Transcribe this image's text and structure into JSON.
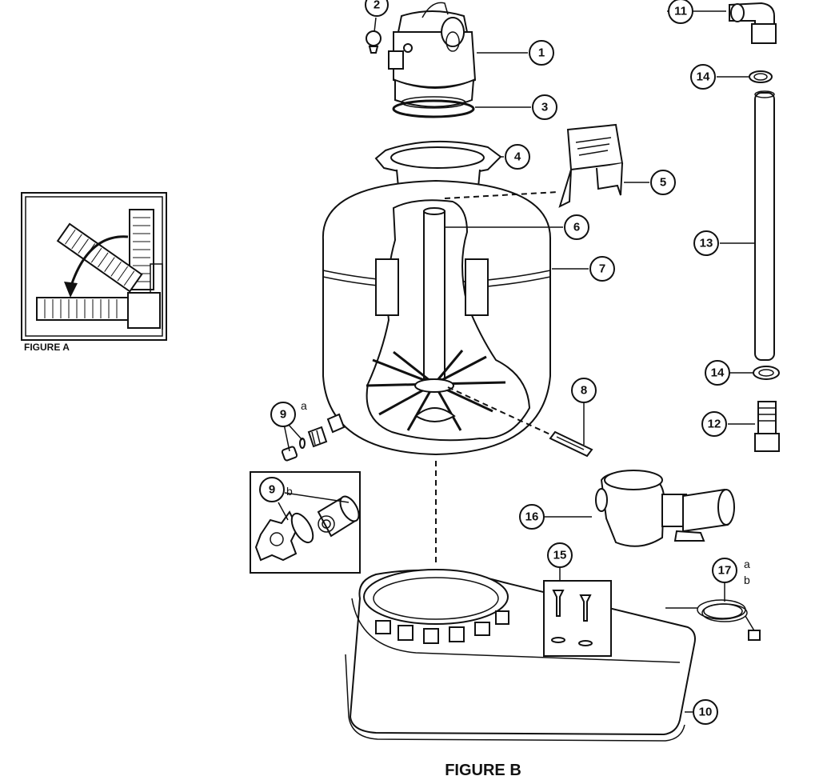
{
  "figure_a": {
    "label": "FIGURE A"
  },
  "figure_b": {
    "label": "FIGURE B"
  },
  "callouts": {
    "c1": "1",
    "c2": "2",
    "c3": "3",
    "c4": "4",
    "c5": "5",
    "c6": "6",
    "c7": "7",
    "c8": "8",
    "c9a": "9",
    "c9b": "9",
    "c10": "10",
    "c11": "11",
    "c12": "12",
    "c13": "13",
    "c14_top": "14",
    "c14_bottom": "14",
    "c15": "15",
    "c16": "16",
    "c17": "17"
  },
  "sub_labels": {
    "s9a": "a",
    "s9b": "b",
    "s17a": "a",
    "s17b": "b"
  }
}
